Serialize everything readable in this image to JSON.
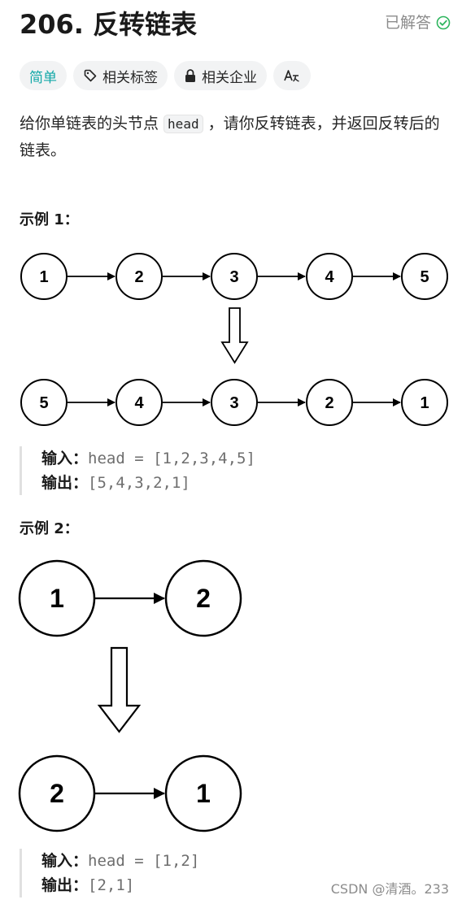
{
  "header": {
    "number": "206.",
    "title": "反转链表",
    "solved_label": "已解答"
  },
  "tags": {
    "difficulty": "简单",
    "topics": "相关标签",
    "companies": "相关企业",
    "translate": "A文"
  },
  "description": {
    "part1": "给你单链表的头节点 ",
    "code": "head",
    "part2": " ，请你反转链表，并返回反转后的链表。"
  },
  "example1": {
    "title": "示例 1：",
    "before_nodes": [
      "1",
      "2",
      "3",
      "4",
      "5"
    ],
    "after_nodes": [
      "5",
      "4",
      "3",
      "2",
      "1"
    ],
    "input_label": "输入：",
    "input_value": "head = [1,2,3,4,5]",
    "output_label": "输出：",
    "output_value": "[5,4,3,2,1]"
  },
  "example2": {
    "title": "示例 2：",
    "before_nodes": [
      "1",
      "2"
    ],
    "after_nodes": [
      "2",
      "1"
    ],
    "input_label": "输入：",
    "input_value": "head = [1,2]",
    "output_label": "输出：",
    "output_value": "[2,1]"
  },
  "watermark": "CSDN @清酒。233",
  "colors": {
    "easy": "#13a8a8",
    "solved_check": "#2db55d"
  }
}
